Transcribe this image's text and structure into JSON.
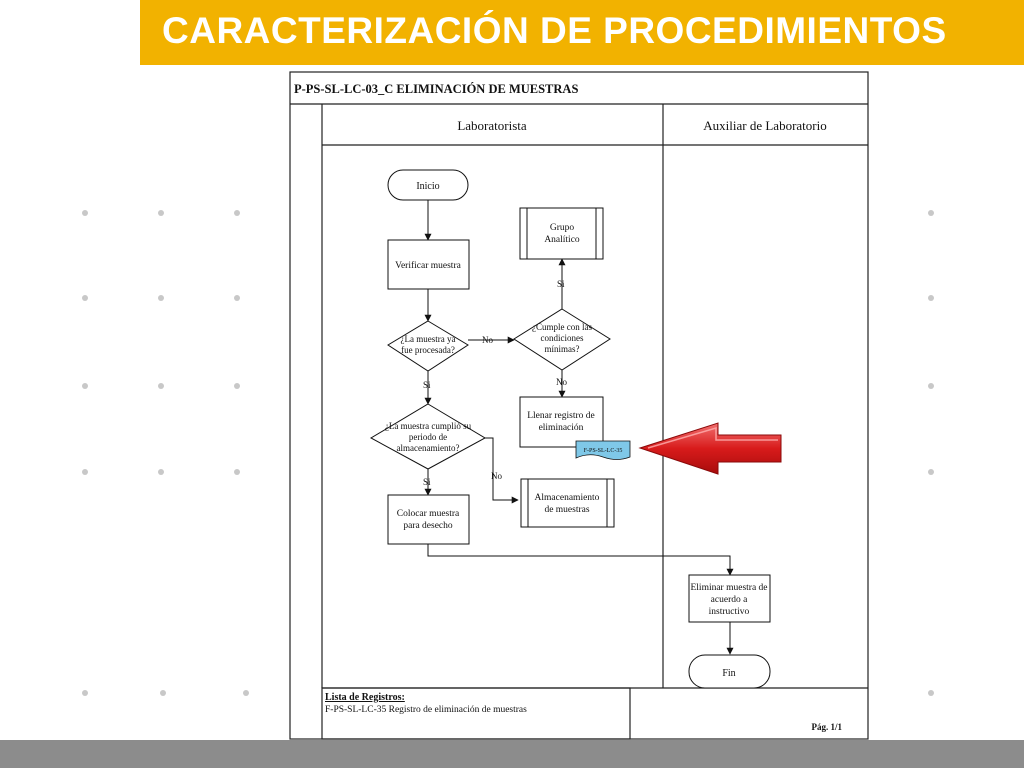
{
  "banner": {
    "title": "CARACTERIZACIÓN DE PROCEDIMIENTOS"
  },
  "doc": {
    "title": "P-PS-SL-LC-03_C ELIMINACIÓN DE MUESTRAS",
    "lanes": [
      "Laboratorista",
      "Auxiliar de Laboratorio"
    ],
    "page": "Pág. 1/1",
    "records_heading": "Lista de Registros:",
    "records_item": "F-PS-SL-LC-35 Registro de eliminación de muestras"
  },
  "nodes": {
    "inicio": "Inicio",
    "verificar": "Verificar muestra",
    "grupo": [
      "Grupo",
      "Analítico"
    ],
    "d1": [
      "¿La muestra ya",
      "fue procesada?"
    ],
    "d2": [
      "¿Cumple con las",
      "condiciones",
      "mínimas?"
    ],
    "llenar": [
      "Llenar registro de",
      "eliminación"
    ],
    "doc_tag": "F-PS-SL-LC-35",
    "d3": [
      "¿La muestra cumplió su",
      "periodo de",
      "almacenamiento?"
    ],
    "almacenamiento": [
      "Almacenamiento",
      "de muestras"
    ],
    "colocar": [
      "Colocar muestra",
      "para desecho"
    ],
    "eliminar": [
      "Eliminar muestra de",
      "acuerdo a",
      "instructivo"
    ],
    "fin": "Fin"
  },
  "edge_labels": {
    "yes": "Si",
    "no": "No"
  },
  "colors": {
    "banner": "#f2b200",
    "arrow": "#d92020",
    "doc_tag": "#7fc8e8",
    "footer": "#8c8c8c"
  }
}
